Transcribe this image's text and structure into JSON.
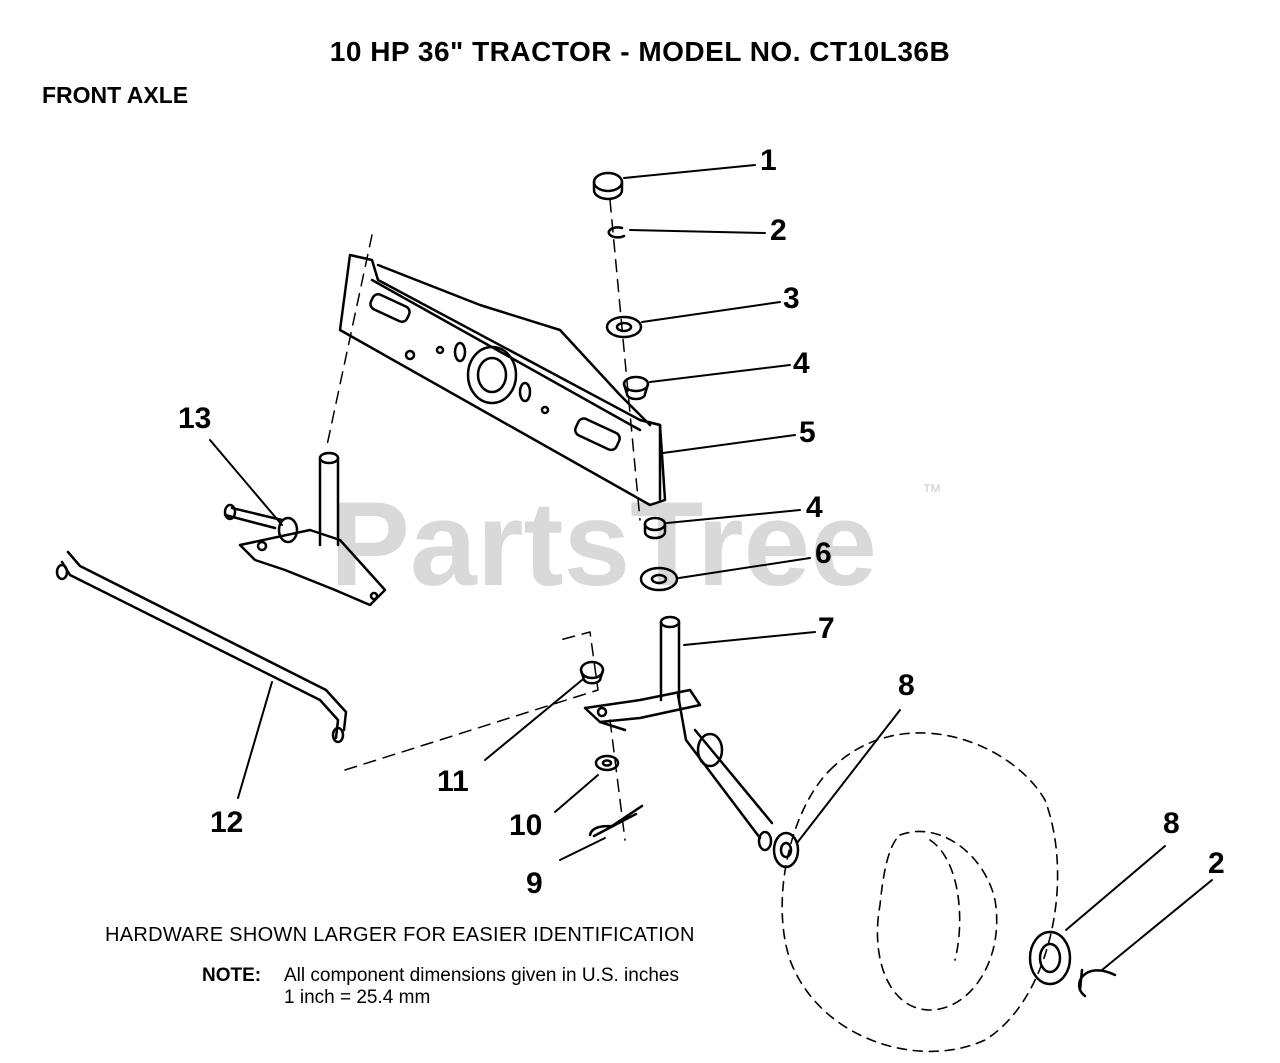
{
  "header": {
    "title": "10 HP 36\" TRACTOR - MODEL NO. CT10L36B",
    "section": "FRONT AXLE"
  },
  "watermark": {
    "text": "PartsTree",
    "trademark": "™"
  },
  "callouts": [
    {
      "id": "c1",
      "label": "1"
    },
    {
      "id": "c2a",
      "label": "2"
    },
    {
      "id": "c3",
      "label": "3"
    },
    {
      "id": "c4a",
      "label": "4"
    },
    {
      "id": "c5",
      "label": "5"
    },
    {
      "id": "c4b",
      "label": "4"
    },
    {
      "id": "c6",
      "label": "6"
    },
    {
      "id": "c7",
      "label": "7"
    },
    {
      "id": "c8a",
      "label": "8"
    },
    {
      "id": "c8b",
      "label": "8"
    },
    {
      "id": "c2b",
      "label": "2"
    },
    {
      "id": "c9",
      "label": "9"
    },
    {
      "id": "c10",
      "label": "10"
    },
    {
      "id": "c11",
      "label": "11"
    },
    {
      "id": "c12",
      "label": "12"
    },
    {
      "id": "c13",
      "label": "13"
    }
  ],
  "footer": {
    "hardware_note": "HARDWARE SHOWN LARGER FOR EASIER IDENTIFICATION",
    "note_label": "NOTE:",
    "note_line1": "All component dimensions given in U.S. inches",
    "note_line2": "1 inch = 25.4 mm"
  }
}
